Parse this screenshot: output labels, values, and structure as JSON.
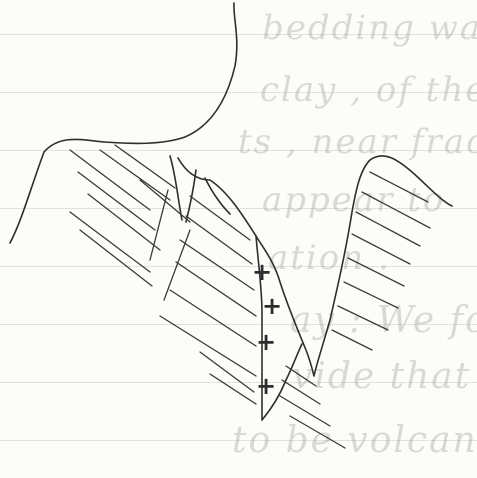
{
  "notebook": {
    "bleed_lines": [
      "bedding was obscure",
      "clay , of the group",
      "ts , near fractures",
      "appear to",
      "ation .",
      "ay : We found a",
      "vide that looked",
      "to be volcanic and"
    ],
    "marker_symbol": "+"
  }
}
